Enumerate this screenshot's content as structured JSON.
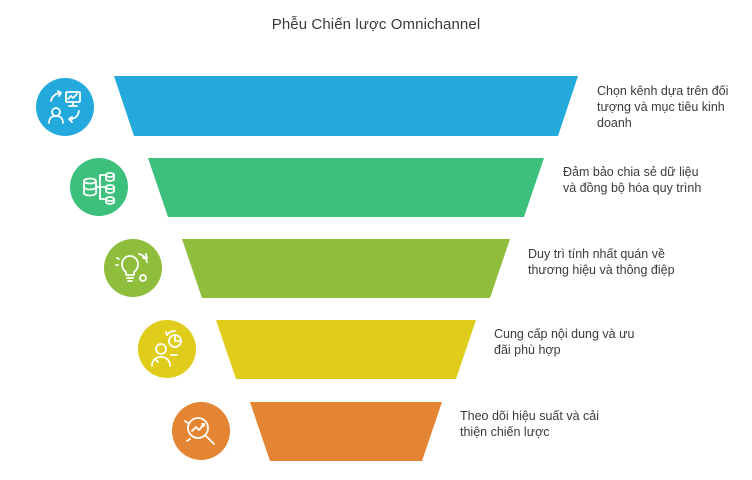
{
  "title": "Phễu Chiến lược Omnichannel",
  "stages": [
    {
      "text": "Chọn kênh dựa trên đối tượng và mục tiêu kinh doanh",
      "color": "#24a9dc",
      "icon": "channel-selection-icon"
    },
    {
      "text": "Đảm bảo chia sẻ dữ liệu và đồng bộ hóa quy trình",
      "color": "#3cc07c",
      "icon": "data-sync-icon"
    },
    {
      "text": "Duy trì tính nhất quán về thương hiệu và thông điệp",
      "color": "#8fbd3c",
      "icon": "lightbulb-icon"
    },
    {
      "text": "Cung cấp nội dung và ưu đãi phù hợp",
      "color": "#e0cc1a",
      "icon": "personalized-content-icon"
    },
    {
      "text": "Theo dõi hiệu suất và cải thiện chiến lược",
      "color": "#e38532",
      "icon": "performance-tracking-icon"
    }
  ]
}
